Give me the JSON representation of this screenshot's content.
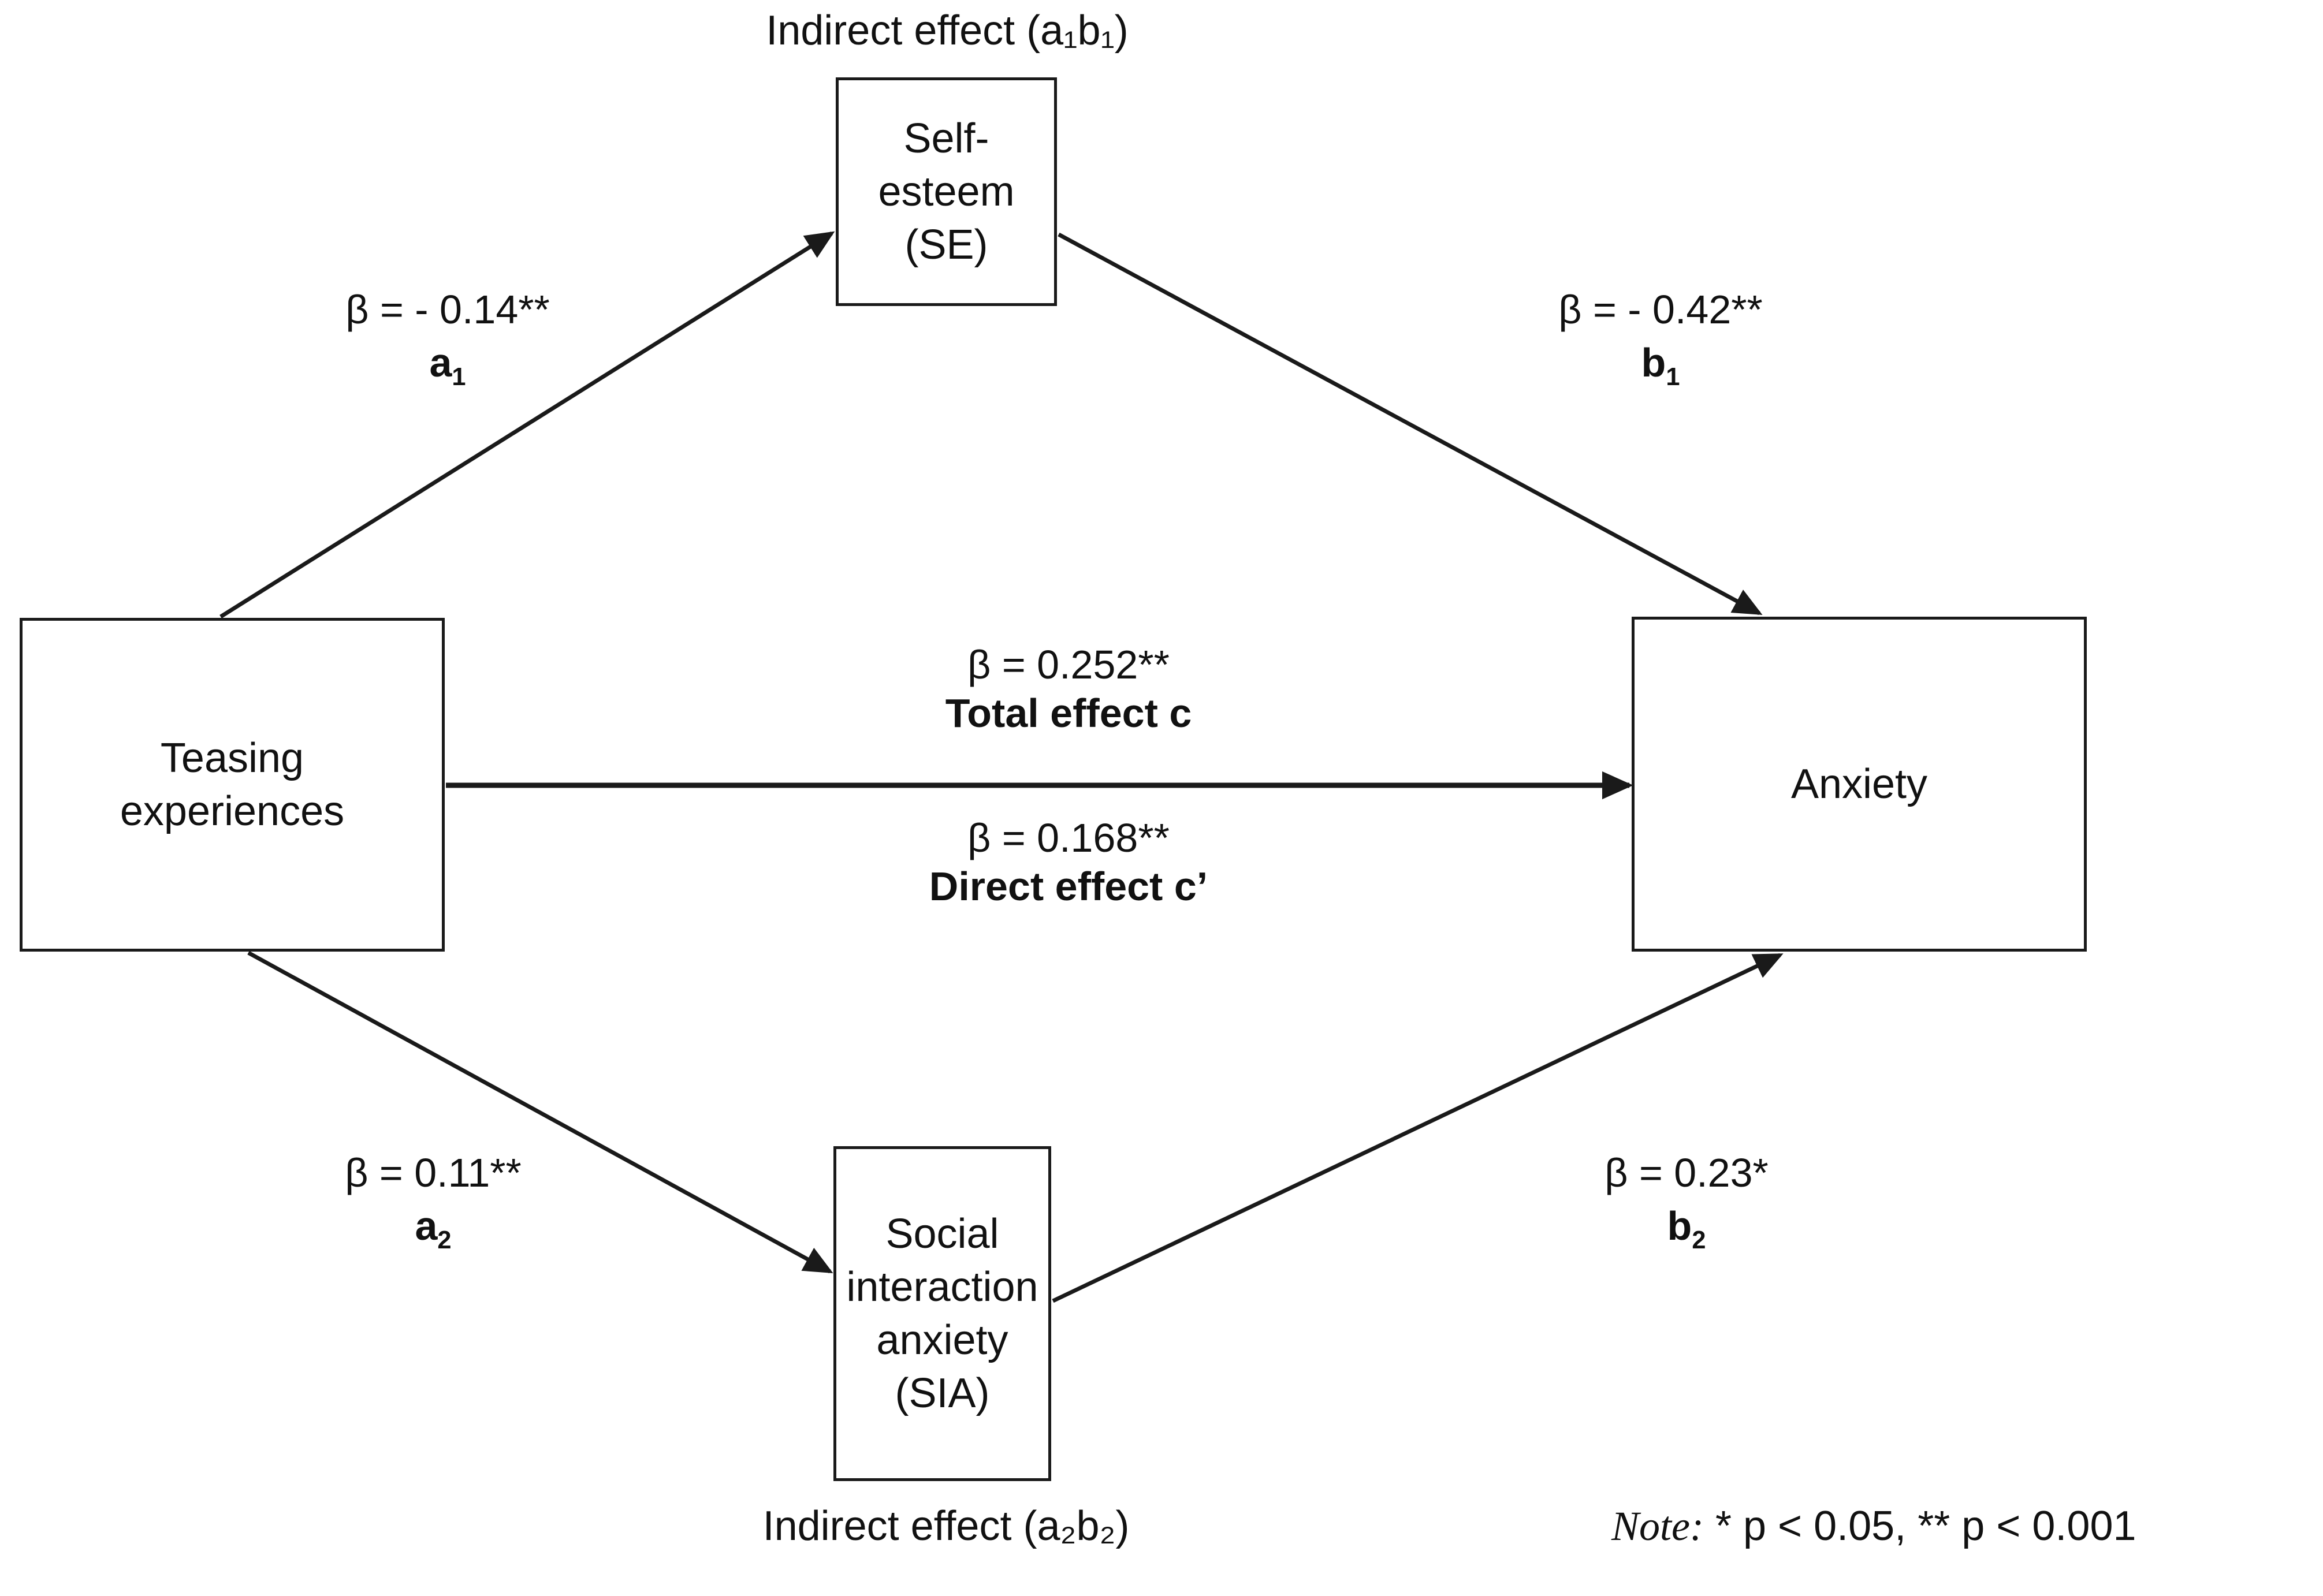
{
  "diagram": {
    "type": "mediation-model",
    "captions": {
      "top_indirect": "Indirect effect (a₁b₁)",
      "bottom_indirect": "Indirect effect (a₂b₂)"
    },
    "nodes": [
      {
        "id": "teasing",
        "label": "Teasing\nexperiences",
        "line1": "Teasing",
        "line2": "experiences"
      },
      {
        "id": "self_esteem",
        "label": "Self-esteem (SE)",
        "line1": "Self-esteem (SE)",
        "line2": ""
      },
      {
        "id": "sia",
        "label": "Social interaction anxiety (SIA)",
        "line1": "Social",
        "line2": "interaction",
        "line3": "anxiety (SIA)"
      },
      {
        "id": "anxiety",
        "label": "Anxiety",
        "line1": "Anxiety",
        "line2": ""
      }
    ],
    "paths": [
      {
        "id": "a1",
        "from": "teasing",
        "to": "self_esteem",
        "coef_text": "β = - 0.14**",
        "beta_symbol": "β",
        "value": "- 0.14",
        "stars": "**",
        "name_letter": "a",
        "name_sub": "1"
      },
      {
        "id": "b1",
        "from": "self_esteem",
        "to": "anxiety",
        "coef_text": "β = - 0.42**",
        "beta_symbol": "β",
        "value": "- 0.42",
        "stars": "**",
        "name_letter": "b",
        "name_sub": "1"
      },
      {
        "id": "a2",
        "from": "teasing",
        "to": "sia",
        "coef_text": "β = 0.11**",
        "beta_symbol": "β",
        "value": "0.11",
        "stars": "**",
        "name_letter": "a",
        "name_sub": "2"
      },
      {
        "id": "b2",
        "from": "sia",
        "to": "anxiety",
        "coef_text": "β = 0.23*",
        "beta_symbol": "β",
        "value": "0.23",
        "stars": "*",
        "name_letter": "b",
        "name_sub": "2"
      },
      {
        "id": "c",
        "from": "teasing",
        "to": "anxiety",
        "coef_text": "β = 0.252**",
        "beta_symbol": "β",
        "value": "0.252",
        "stars": "**",
        "effect_label": "Total effect c"
      },
      {
        "id": "c_prime",
        "from": "teasing",
        "to": "anxiety",
        "coef_text": "β = 0.168**",
        "beta_symbol": "β",
        "value": "0.168",
        "stars": "**",
        "effect_label": "Direct effect c’"
      }
    ],
    "note": {
      "prefix": "Note:",
      "text": " * p < 0.05, ** p < 0.001"
    },
    "colors": {
      "stroke": "#1a1a1a",
      "text": "#111111",
      "background": "#ffffff"
    }
  },
  "chart_data": {
    "type": "diagram",
    "title": "",
    "series": [
      {
        "name": "a1",
        "value": -0.14,
        "significance": "p < 0.001"
      },
      {
        "name": "b1",
        "value": -0.42,
        "significance": "p < 0.001"
      },
      {
        "name": "a2",
        "value": 0.11,
        "significance": "p < 0.001"
      },
      {
        "name": "b2",
        "value": 0.23,
        "significance": "p < 0.05"
      },
      {
        "name": "c",
        "value": 0.252,
        "significance": "p < 0.001"
      },
      {
        "name": "c'",
        "value": 0.168,
        "significance": "p < 0.001"
      }
    ]
  }
}
